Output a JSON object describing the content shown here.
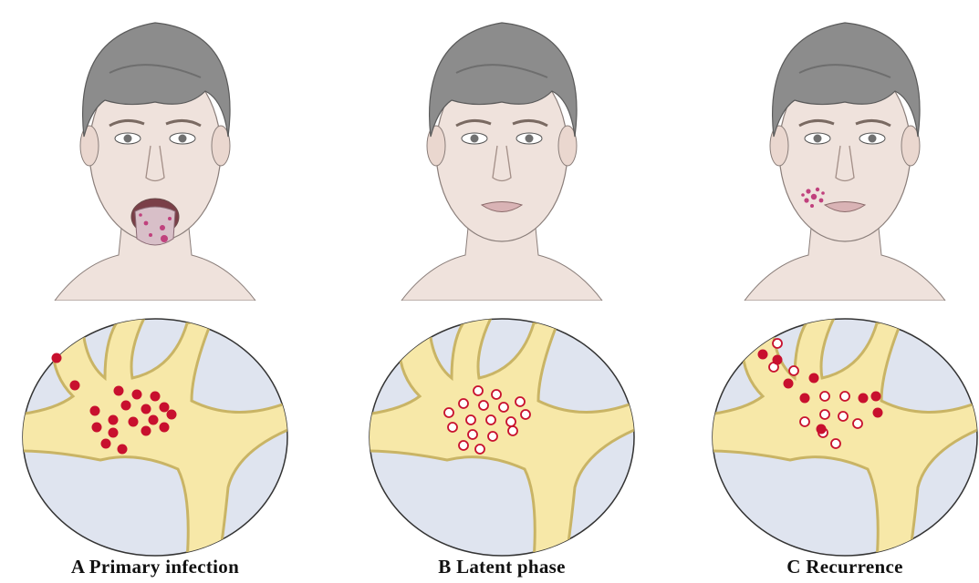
{
  "panels": [
    {
      "caption": "A Primary infection",
      "stage": "primary",
      "lesion_site": "tongue",
      "virus_dots": "filled"
    },
    {
      "caption": "B Latent phase",
      "stage": "latent",
      "lesion_site": "none",
      "virus_dots": "hollow"
    },
    {
      "caption": "C Recurrence",
      "stage": "recurrence",
      "lesion_site": "lip",
      "virus_dots": "mixed"
    }
  ],
  "colors": {
    "skin": "#efe2dc",
    "hair": "#8c8c8c",
    "hair_dark": "#6e6e6e",
    "lesion": "#c0417d",
    "neuron_fill": "#f7e8a8",
    "neuron_stroke": "#c9b465",
    "background_cell": "#dfe4ef",
    "virus": "#c8102e"
  }
}
